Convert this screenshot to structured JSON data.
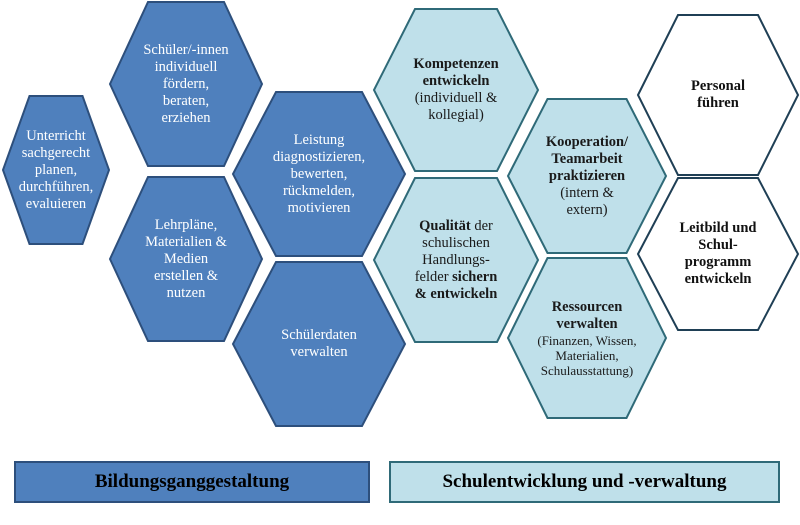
{
  "colors": {
    "dark_fill": "#4f80bd",
    "dark_stroke": "#2d4f7c",
    "light_fill": "#bfe0ea",
    "light_stroke": "#2f6a78",
    "white_fill": "#ffffff",
    "white_stroke": "#1f3f55"
  },
  "hexagons": [
    {
      "id": "schueler-foerdern",
      "style": "dark",
      "lines": [
        [
          "Schüler/-innen"
        ],
        [
          "individuell"
        ],
        [
          "fördern,"
        ],
        [
          "beraten,"
        ],
        [
          "erziehen"
        ]
      ]
    },
    {
      "id": "unterricht",
      "style": "dark",
      "lines": [
        [
          "Unterricht"
        ],
        [
          "sachgerecht"
        ],
        [
          "planen,"
        ],
        [
          "durchführen,"
        ],
        [
          "evaluieren"
        ]
      ]
    },
    {
      "id": "lehrplaene",
      "style": "dark",
      "lines": [
        [
          "Lehrpläne,"
        ],
        [
          "Materialien &"
        ],
        [
          "Medien"
        ],
        [
          "erstellen &"
        ],
        [
          "nutzen"
        ]
      ]
    },
    {
      "id": "leistung",
      "style": "dark",
      "lines": [
        [
          "Leistung"
        ],
        [
          "diagnostizieren,"
        ],
        [
          "bewerten,"
        ],
        [
          "rückmelden,"
        ],
        [
          "motivieren"
        ]
      ]
    },
    {
      "id": "schuelerdaten",
      "style": "dark",
      "lines": [
        [
          "Schülerdaten"
        ],
        [
          "verwalten"
        ]
      ]
    },
    {
      "id": "kompetenzen",
      "style": "light",
      "lines": [
        [
          "*Kompetenzen"
        ],
        [
          "*entwickeln"
        ],
        [
          "(individuell &"
        ],
        [
          "kollegial)"
        ]
      ]
    },
    {
      "id": "qualitaet",
      "style": "light",
      "lines": [
        [
          "*Qualität",
          " der"
        ],
        [
          "schulischen"
        ],
        [
          "Handlungs-"
        ],
        [
          "felder ",
          "*sichern"
        ],
        [
          "*& entwickeln"
        ]
      ]
    },
    {
      "id": "kooperation",
      "style": "light",
      "lines": [
        [
          "*Kooperation/"
        ],
        [
          "*Teamarbeit"
        ],
        [
          "*praktizieren"
        ],
        [
          "(intern &"
        ],
        [
          "extern)"
        ]
      ]
    },
    {
      "id": "ressourcen",
      "style": "light",
      "lines": [
        [
          "*Ressourcen"
        ],
        [
          "*verwalten"
        ],
        [
          "~(Finanzen, Wissen,"
        ],
        [
          "~Materialien,"
        ],
        [
          "~Schulausstattung)"
        ]
      ]
    },
    {
      "id": "personal",
      "style": "white",
      "lines": [
        [
          "Personal"
        ],
        [
          "führen"
        ]
      ]
    },
    {
      "id": "leitbild",
      "style": "white",
      "lines": [
        [
          "Leitbild und"
        ],
        [
          "Schul-"
        ],
        [
          "programm"
        ],
        [
          "entwickeln"
        ]
      ]
    }
  ],
  "footer": {
    "left_label": "Bildungsganggestaltung",
    "right_label": "Schulentwicklung und -verwaltung"
  }
}
